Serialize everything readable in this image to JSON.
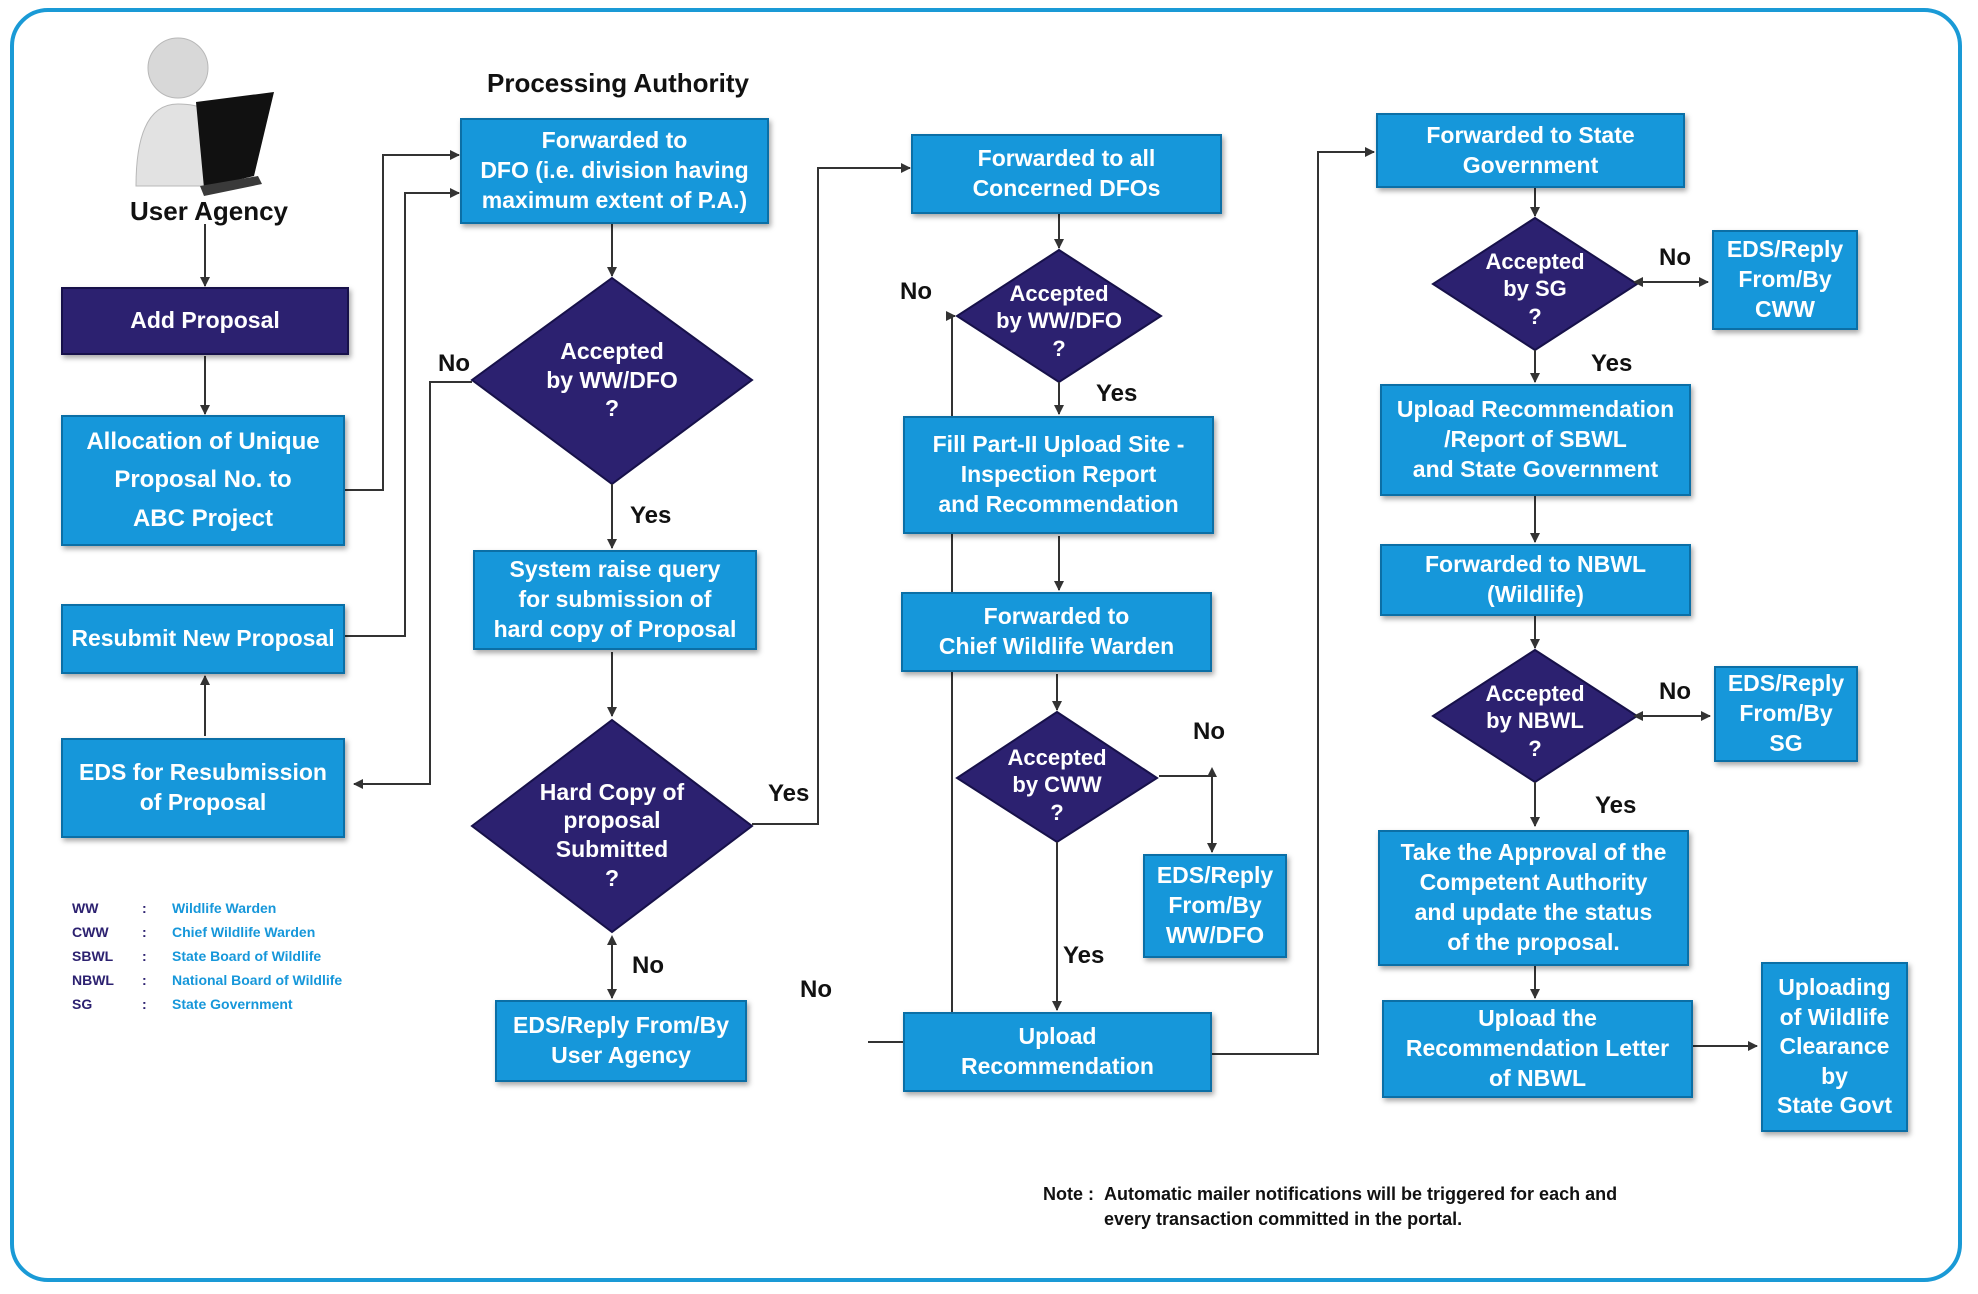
{
  "headings": {
    "processing_authority": "Processing Authority",
    "user_agency": "User Agency"
  },
  "boxes": {
    "add_proposal": "Add Proposal",
    "allocation": "Allocation of Unique\nProposal No. to\nABC Project",
    "resubmit": "Resubmit New Proposal",
    "eds_resubmission": "EDS for Resubmission\nof Proposal",
    "forwarded_dfo": "Forwarded to\nDFO (i.e. division having\nmaximum extent of P.A.)",
    "system_query": "System raise query\nfor submission of\nhard copy of Proposal",
    "eds_user_agency": "EDS/Reply From/By\nUser Agency",
    "forwarded_all_dfos": "Forwarded to all\nConcerned DFOs",
    "fill_part2": "Fill Part-II Upload Site -\nInspection Report\nand Recommendation",
    "forwarded_cww": "Forwarded to\nChief Wildlife Warden",
    "eds_wwdfo": "EDS/Reply\nFrom/By\nWW/DFO",
    "upload_recommendation": "Upload\nRecommendation",
    "forwarded_state": "Forwarded to State\nGovernment",
    "eds_cww": "EDS/Reply\nFrom/By\nCWW",
    "upload_sbwl": "Upload Recommendation\n/Report of SBWL\nand State Government",
    "forwarded_nbwl": "Forwarded to NBWL\n(Wildlife)",
    "eds_sg": "EDS/Reply\nFrom/By\nSG",
    "take_approval": "Take the Approval of the\nCompetent Authority\nand update the status\nof the proposal.",
    "upload_letter": "Upload the\nRecommendation Letter\nof NBWL",
    "uploading_clearance": "Uploading\nof Wildlife\nClearance\nby\nState Govt"
  },
  "decisions": {
    "accepted_wwdfo_1": "Accepted\nby WW/DFO\n?",
    "hard_copy": "Hard Copy of\nproposal\nSubmitted\n?",
    "accepted_wwdfo_2": "Accepted\nby WW/DFO\n?",
    "accepted_cww": "Accepted\nby CWW\n?",
    "accepted_sg": "Accepted\nby SG\n?",
    "accepted_nbwl": "Accepted\nby NBWL\n?"
  },
  "edge_labels": {
    "yes": "Yes",
    "no": "No"
  },
  "legend": [
    {
      "abbr": "WW",
      "sep": ":",
      "full": "Wildlife Warden"
    },
    {
      "abbr": "CWW",
      "sep": ":",
      "full": "Chief Wildlife Warden"
    },
    {
      "abbr": "SBWL",
      "sep": ":",
      "full": "State Board of Wildlife"
    },
    {
      "abbr": "NBWL",
      "sep": ":",
      "full": "National Board of Wildlife"
    },
    {
      "abbr": "SG",
      "sep": ":",
      "full": "State Government"
    }
  ],
  "note": {
    "prefix": "Note :",
    "text": "Automatic mailer notifications will be triggered for each and\nevery transaction committed in the portal."
  },
  "colors": {
    "box_blue": "#1697da",
    "box_dark": "#2c2170",
    "frame_border": "#1a9ad6",
    "connector": "#333333",
    "legend_abbr": "#2c2170",
    "legend_full": "#1697da"
  },
  "icons": {
    "user_agency": "user-with-laptop-icon"
  }
}
